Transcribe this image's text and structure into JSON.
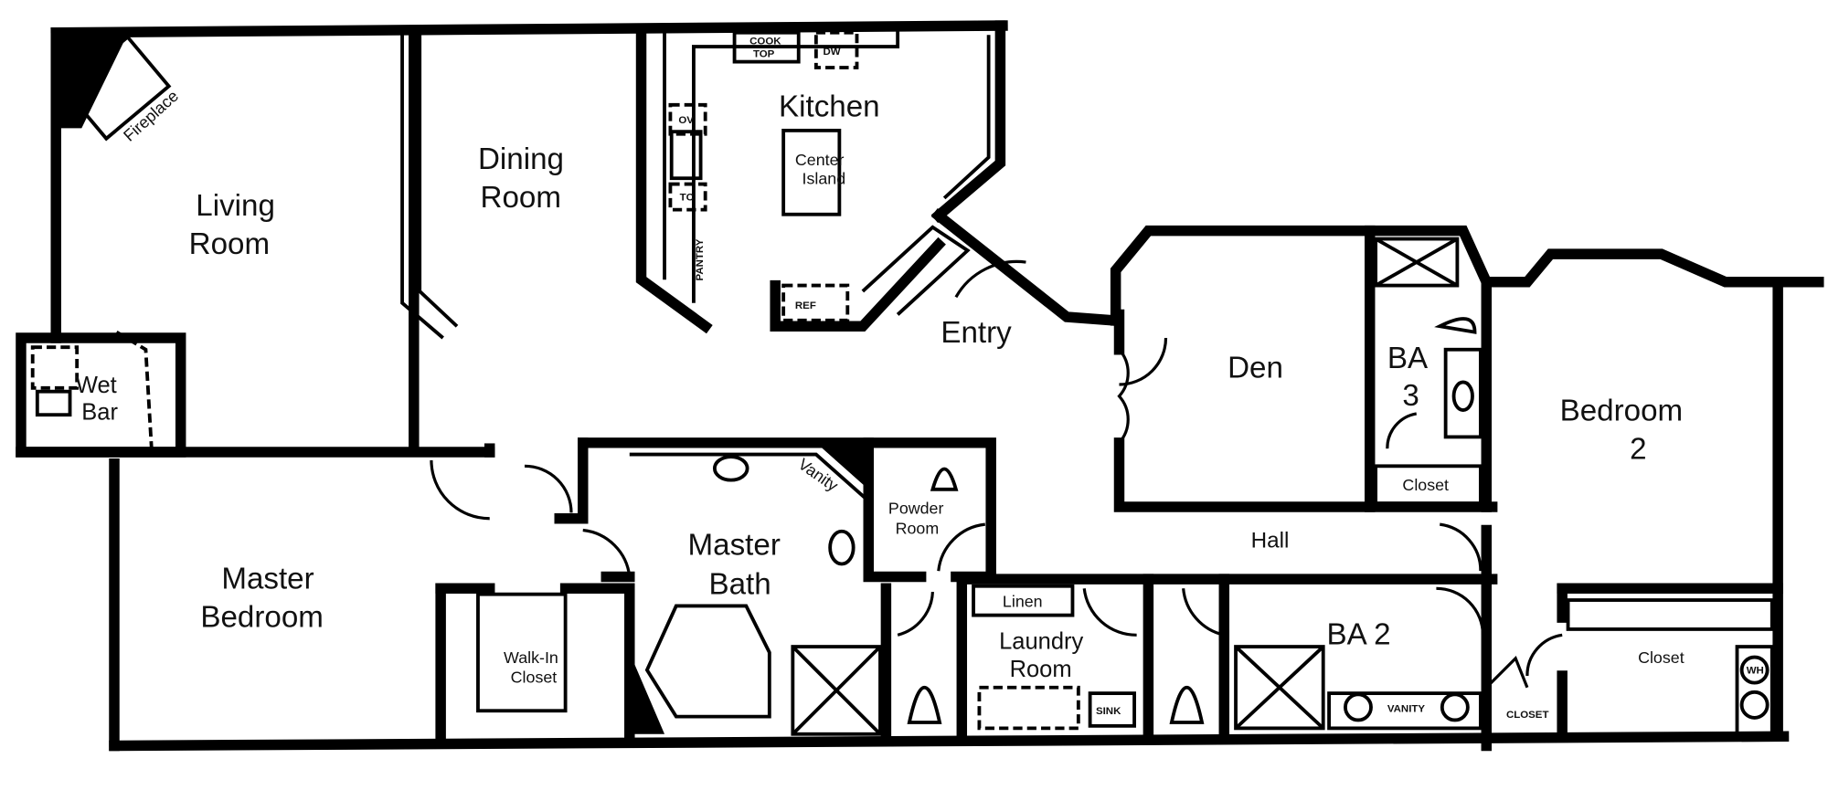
{
  "rooms": {
    "living_room": [
      "Living",
      "Room"
    ],
    "dining_room": [
      "Dining",
      "Room"
    ],
    "kitchen": "Kitchen",
    "center_island": [
      "Center",
      "Island"
    ],
    "fireplace": "Fireplace",
    "wet_bar": [
      "Wet",
      "Bar"
    ],
    "entry": "Entry",
    "den": "Den",
    "ba3": [
      "BA",
      "3"
    ],
    "ba3_closet": "Closet",
    "bedroom2": [
      "Bedroom",
      "2"
    ],
    "bedroom2_closet": "Closet",
    "hall": "Hall",
    "master_bedroom": [
      "Master",
      "Bedroom"
    ],
    "walk_in_closet": [
      "Walk-In",
      "Closet"
    ],
    "master_bath": [
      "Master",
      "Bath"
    ],
    "vanity": "Vanity",
    "powder_room": [
      "Powder",
      "Room"
    ],
    "linen": "Linen",
    "laundry_room": [
      "Laundry",
      "Room"
    ],
    "ba2": "BA 2"
  },
  "fixtures": {
    "cook_top": [
      "COOK",
      "TOP"
    ],
    "dw": "DW",
    "ov": "OV",
    "tc": "TC",
    "pantry": "PANTRY",
    "ref": "REF",
    "sink": "SINK",
    "vanity_small": "VANITY",
    "closet_small": "CLOSET",
    "wh": "WH"
  }
}
